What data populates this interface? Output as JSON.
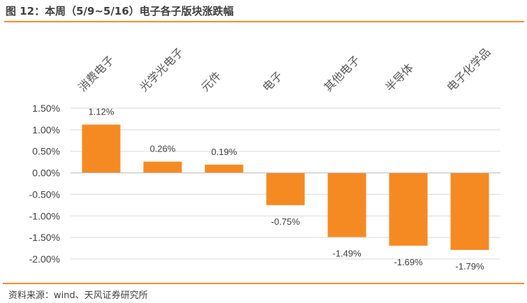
{
  "title": "图 12：本周（5/9~5/16）电子各子版块涨跌幅",
  "source": "资料来源：wind、天风证券研究所",
  "colors": {
    "bar": "#f58a23",
    "accent": "#f28a2e"
  },
  "chart_data": {
    "type": "bar",
    "title": "本周（5/9~5/16）电子各子版块涨跌幅",
    "categories": [
      "消费电子",
      "光学光电子",
      "元件",
      "电子",
      "其他电子",
      "半导体",
      "电子化学品"
    ],
    "values": [
      1.12,
      0.26,
      0.19,
      -0.75,
      -1.49,
      -1.69,
      -1.79
    ],
    "data_labels": [
      "1.12%",
      "0.26%",
      "0.19%",
      "-0.75%",
      "-1.49%",
      "-1.69%",
      "-1.79%"
    ],
    "yticks": [
      "1.50%",
      "1.00%",
      "0.50%",
      "0.00%",
      "-0.50%",
      "-1.00%",
      "-1.50%",
      "-2.00%"
    ],
    "ytick_values": [
      1.5,
      1.0,
      0.5,
      0,
      -0.5,
      -1.0,
      -1.5,
      -2.0
    ],
    "ylim": [
      -2.0,
      1.5
    ],
    "xlabel": "",
    "ylabel": "",
    "grid": true,
    "legend": "none"
  }
}
